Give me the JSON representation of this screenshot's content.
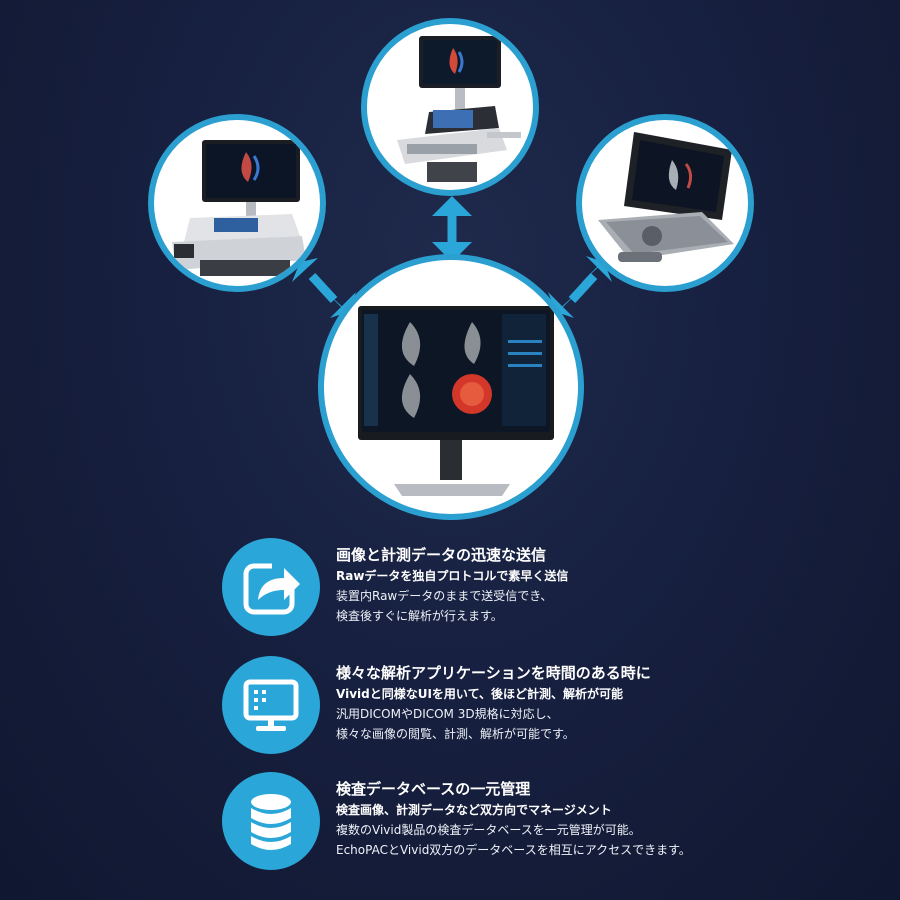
{
  "icons": {
    "device_cart_1": "ultrasound-cart-icon",
    "device_cart_2": "ultrasound-cart-icon",
    "device_laptop": "portable-ultrasound-icon",
    "device_workstation": "workstation-monitor-icon"
  },
  "colors": {
    "accent": "#2aa7d8",
    "ring": "#2a9fd0",
    "background": "#172040"
  },
  "features": [
    {
      "icon": "share-icon",
      "title": "画像と計測データの迅速な送信",
      "subtitle": "Rawデータを独自プロトコルで素早く送信",
      "body1": "装置内Rawデータのままで送受信でき、",
      "body2": "検査後すぐに解析が行えます。"
    },
    {
      "icon": "monitor-icon",
      "title": "様々な解析アプリケーションを時間のある時に",
      "subtitle": "Vividと同様なUIを用いて、後ほど計測、解析が可能",
      "body1": "汎用DICOMやDICOM 3D規格に対応し、",
      "body2": "様々な画像の閲覧、計測、解析が可能です。"
    },
    {
      "icon": "database-icon",
      "title": "検査データベースの一元管理",
      "subtitle": "検査画像、計測データなど双方向でマネージメント",
      "body1": "複数のVivid製品の検査データベースを一元管理が可能。",
      "body2": "EchoPACとVivid双方のデータベースを相互にアクセスできます。"
    }
  ]
}
